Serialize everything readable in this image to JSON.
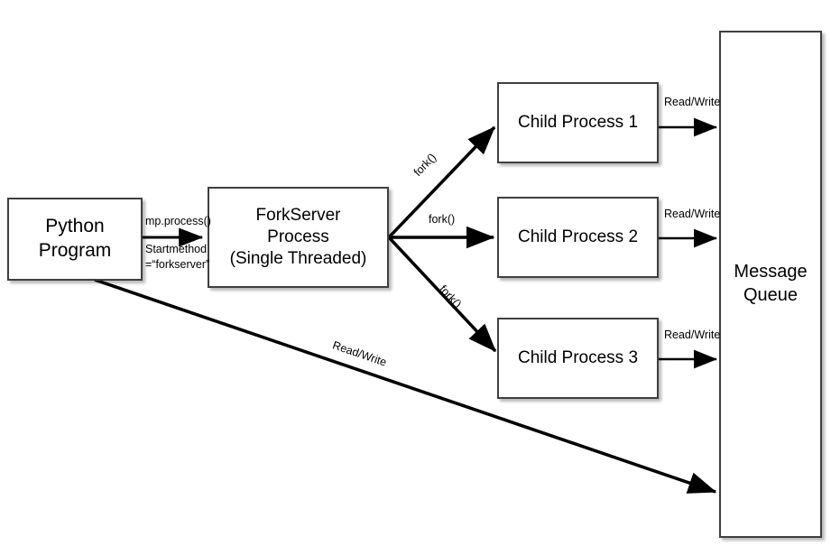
{
  "diagram": {
    "title": "Python multiprocessing forkserver start method flow",
    "background_color": "#ffffff",
    "stroke_color": "#000000",
    "node_border_color": "#3f3f3f"
  },
  "nodes": {
    "python_program": "Python\nProgram",
    "forkserver_process": "ForkServer\nProcess\n(Single Threaded)",
    "child_process_1": "Child Process 1",
    "child_process_2": "Child Process 2",
    "child_process_3": "Child Process 3",
    "message_queue": "Message\nQueue"
  },
  "edge_labels": {
    "mp_process": "mp.process()",
    "startmethod_line1": "Startmethod",
    "startmethod_line2": "=“forkserver”",
    "fork_1": "fork()",
    "fork_2": "fork()",
    "fork_3": "fork()",
    "read_write_child1": "Read/Write",
    "read_write_child2": "Read/Write",
    "read_write_child3": "Read/Write",
    "read_write_python": "Read/Write"
  }
}
